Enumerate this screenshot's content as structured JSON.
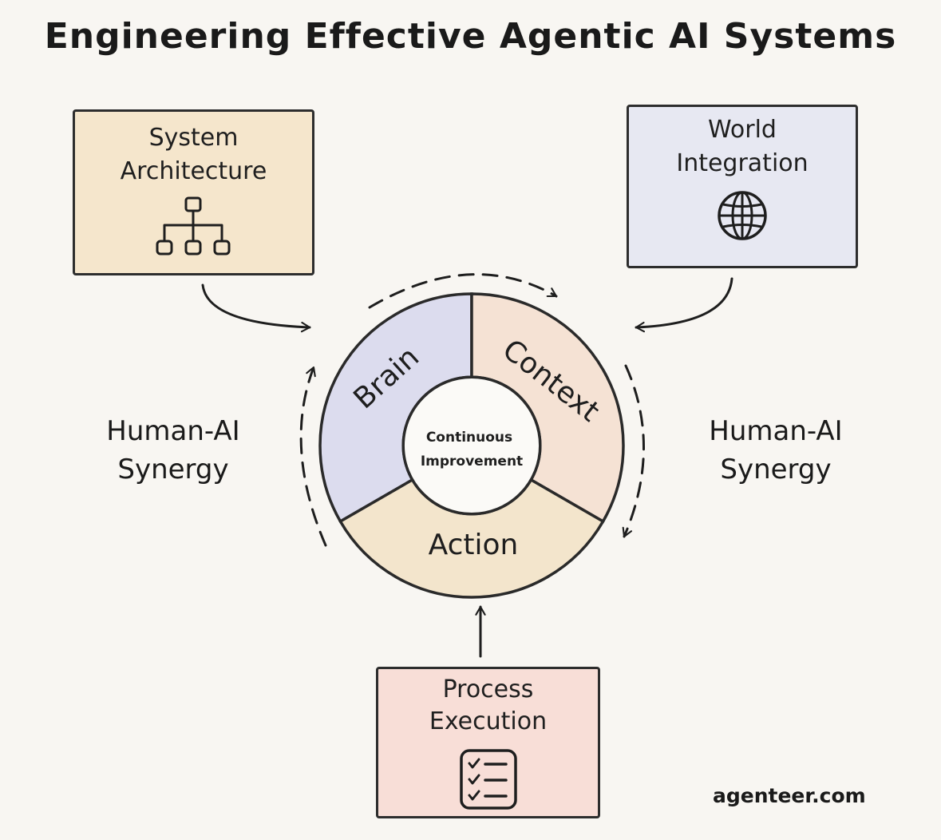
{
  "title": "Engineering Effective Agentic AI Systems",
  "boxes": {
    "system_architecture": {
      "line1": "System",
      "line2": "Architecture",
      "icon": "hierarchy-icon",
      "color": "#f5e6cc"
    },
    "world_integration": {
      "line1": "World",
      "line2": "Integration",
      "icon": "globe-icon",
      "color": "#e7e8f2"
    },
    "process_execution": {
      "line1": "Process",
      "line2": "Execution",
      "icon": "checklist-icon",
      "color": "#f8ded7"
    }
  },
  "cycle": {
    "segments": [
      {
        "label": "Brain",
        "color": "#dcdcee"
      },
      {
        "label": "Context",
        "color": "#f5e2d4"
      },
      {
        "label": "Action",
        "color": "#f3e5cc"
      }
    ],
    "center_line1": "Continuous",
    "center_line2": "Improvement"
  },
  "side_labels": {
    "left": {
      "line1": "Human-AI",
      "line2": "Synergy"
    },
    "right": {
      "line1": "Human-AI",
      "line2": "Synergy"
    }
  },
  "footer": "agenteer.com"
}
